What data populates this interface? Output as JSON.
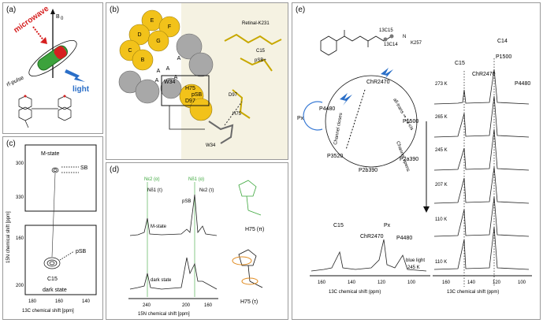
{
  "figure": {
    "panel_labels": [
      "(a)",
      "(b)",
      "(c)",
      "(d)",
      "(e)"
    ]
  },
  "panel_a": {
    "microwave_label": "microwave",
    "field_label": "B",
    "field_sub": "0",
    "pulse_label": "rf-pulse",
    "light_label": "light",
    "colors": {
      "microwave": "#d62020",
      "light": "#2b6fc8",
      "sample": "#3ca23c"
    }
  },
  "panel_b": {
    "helix_letters": [
      "E",
      "F",
      "D",
      "G",
      "C",
      "B",
      "A",
      "A",
      "A",
      "A",
      "A"
    ],
    "box_labels": [
      "W34",
      "H75",
      "pSB",
      "D97"
    ],
    "annotations": [
      "Retinal-K231",
      "C15",
      "pSB+",
      "D97",
      "H75",
      "W34"
    ],
    "colors": {
      "helix_yellow": "#f2c21a",
      "helix_grey": "#a8a8a8"
    }
  },
  "panel_c": {
    "top_state": "M-state",
    "top_peak": "SB",
    "bottom_peak": "pSB",
    "bottom_state": "dark state",
    "carbon_label": "C15",
    "y_axis_label": "15N chemical shift [ppm]",
    "y_ticks_top": [
      "300",
      "330"
    ],
    "y_ticks_bottom": [
      "160",
      "200"
    ],
    "x_ticks": [
      "180",
      "160",
      "140"
    ],
    "x_axis_label": "13C chemical shift [ppm]"
  },
  "panel_d": {
    "top_labels": [
      "Nε2 (α)",
      "Nδ1 (α)"
    ],
    "sub_labels": [
      "Nδ1 (τ)",
      "pSB",
      "Nε2 (τ)"
    ],
    "trace_labels": [
      "M-state",
      "dark state"
    ],
    "x_ticks": [
      "240",
      "200",
      "160"
    ],
    "x_axis_label": "15N chemical shift [ppm]",
    "molecule_labels": [
      "H75 (π)",
      "H75 (τ)"
    ],
    "colors": {
      "green": "#3aa63a",
      "orange": "#e08a1e"
    }
  },
  "panel_e": {
    "ring_labels": [
      "ChR2470",
      "P1500",
      "P2a390",
      "P2b390",
      "P3520",
      "P4480",
      "Px"
    ],
    "arrow_labels": [
      "all-trans ⇒ 13-cis",
      "Channel opens",
      "Channel closes"
    ],
    "spectrum_left": {
      "peak_labels": [
        "C15",
        "ChR2470",
        "Px",
        "P4480"
      ],
      "note": "blue light",
      "temp": "245 K",
      "x_ticks": [
        "160",
        "140",
        "120",
        "100"
      ],
      "x_axis_label": "13C chemical shift (ppm)"
    },
    "spectrum_right": {
      "top_labels": [
        "C14",
        "C15",
        "ChR2470",
        "P1500",
        "P4480"
      ],
      "temps": [
        "273 K",
        "265 K",
        "245 K",
        "207 K",
        "110 K",
        "110 K"
      ],
      "x_ticks": [
        "160",
        "140",
        "120",
        "100"
      ],
      "x_axis_label": "13C chemical shift (ppm)"
    },
    "retinal_labels": [
      "13C15",
      "13C14",
      "N",
      "K257"
    ],
    "colors": {
      "light": "#2b6fc8",
      "cycle": "#3a7bd5"
    }
  }
}
